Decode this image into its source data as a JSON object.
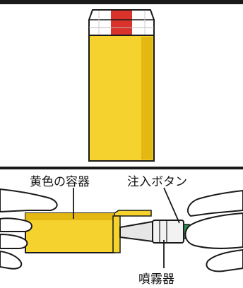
{
  "labels": {
    "yellow_container": "黄色の容器",
    "injection_button": "注入ボタン",
    "sprayer": "噴霧器"
  },
  "colors": {
    "container_yellow": "#f5d22e",
    "container_dark": "#d9a800",
    "cap_red": "#d9332b",
    "sprayer_gray": "#e6e6e6",
    "button_green": "#2e8b57",
    "outline": "#1a1a1a",
    "divider": "#1a1a1a"
  },
  "icons": [
    "yellow-container-icon",
    "hand-icon",
    "nasal-sprayer-icon"
  ]
}
